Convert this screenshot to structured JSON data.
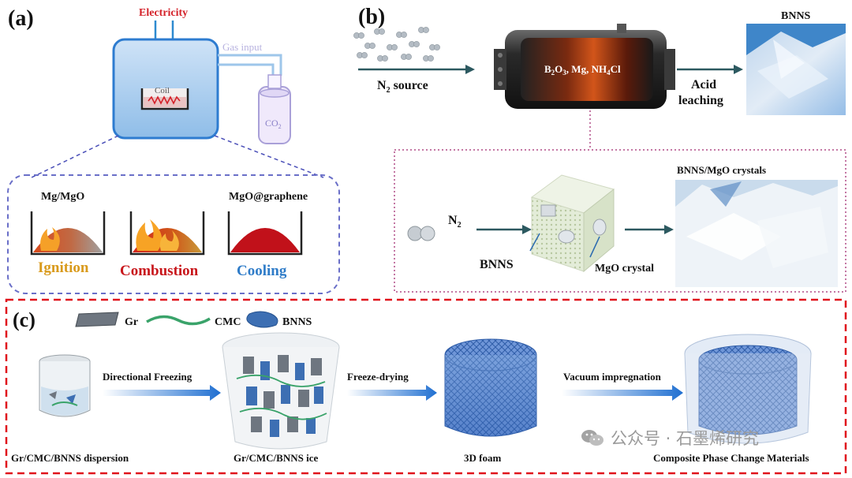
{
  "panel_a": {
    "label": "(a)",
    "electricity": "Electricity",
    "gas_input": "Gas input",
    "coil": "Coil",
    "co2": "CO",
    "co2_sub": "2",
    "mg_mgo": "Mg/MgO",
    "mgo_graphene": "MgO@graphene",
    "ignition": "Ignition",
    "combustion": "Combustion",
    "cooling": "Cooling"
  },
  "panel_b": {
    "label": "(b)",
    "n2_source": "N",
    "n2_source_sub": "2",
    "n2_source_tail": " source",
    "reactor_b": "B",
    "reactor_b_sub": "2",
    "reactor_o": "O",
    "reactor_o_sub": "3",
    "reactor_tail": ", Mg, NH",
    "reactor_nh_sub": "4",
    "reactor_cl": "Cl",
    "acid": "Acid",
    "leaching": "leaching",
    "bnns_title": "BNNS",
    "bnns_mgo_crystals": "BNNS/MgO crystals",
    "n2": "N",
    "n2_sub": "2",
    "bnns": "BNNS",
    "mgo_crystal": "MgO crystal"
  },
  "panel_c": {
    "label": "(c)",
    "legend_gr": "Gr",
    "legend_cmc": "CMC",
    "legend_bnns": "BNNS",
    "step1": "Directional  Freezing",
    "step2": "Freeze-drying",
    "step3": "Vacuum impregnation",
    "cap1": "Gr/CMC/BNNS  dispersion",
    "cap2": "Gr/CMC/BNNS  ice",
    "cap3": "3D foam",
    "cap4": "Composite  Phase Change Materials"
  },
  "watermark": "公众号 · 石墨烯研究",
  "colors": {
    "ignition": "#d99a1c",
    "combustion": "#c8171c",
    "cooling": "#2f7cc8",
    "electricity": "#d4222a",
    "gas_input": "#b8b3e0",
    "dash_red": "#e0141c",
    "dash_blue": "#6a6fc8",
    "dot_purple": "#b04a86",
    "arrow_teal": "#2c5960"
  }
}
